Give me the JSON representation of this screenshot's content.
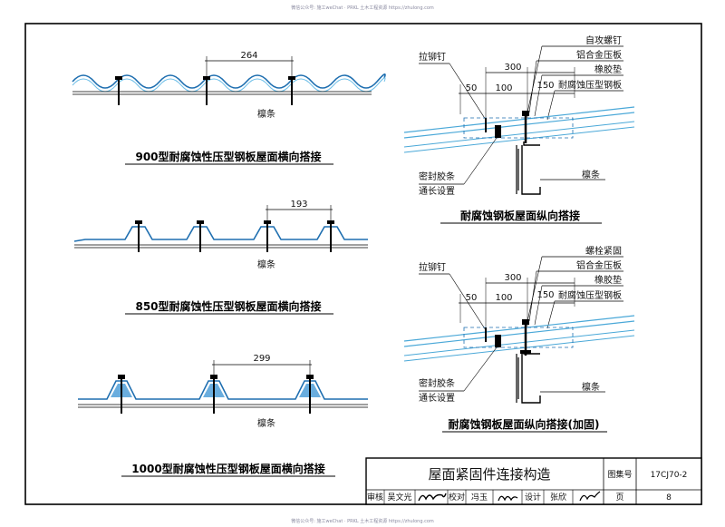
{
  "watermark_top": "微信公众号: 施工weChat · PRKL 土木工程资源 https://zhulong.com",
  "watermark_bottom": "微信公众号: 施工weChat · PRKL 土木工程资源 https://zhulong.com",
  "left": {
    "d900": {
      "dim": "264",
      "purlin": "檩条",
      "title": "900型耐腐蚀性压型钢板屋面横向搭接"
    },
    "d850": {
      "dim": "193",
      "purlin": "檩条",
      "title": "850型耐腐蚀性压型钢板屋面横向搭接"
    },
    "d1000": {
      "dim": "299",
      "purlin": "檩条",
      "title": "1000型耐腐蚀性压型钢板屋面横向搭接"
    }
  },
  "right": {
    "top": {
      "rivet": "拉铆钉",
      "labels": [
        "自攻螺钉",
        "铝合金压板",
        "橡胶垫",
        "耐腐蚀压型钢板"
      ],
      "dim_total": "300",
      "dims": [
        "50",
        "100",
        "150"
      ],
      "seal1": "密封胶条",
      "seal2": "通长设置",
      "purlin": "檩条",
      "title": "耐腐蚀钢板屋面纵向搭接"
    },
    "bottom": {
      "rivet": "拉铆钉",
      "labels": [
        "螺栓紧固",
        "铝合金压板",
        "橡胶垫",
        "耐腐蚀压型钢板"
      ],
      "dim_total": "300",
      "dims": [
        "50",
        "100",
        "150"
      ],
      "seal1": "密封胶条",
      "seal2": "通长设置",
      "purlin": "檩条",
      "title": "耐腐蚀钢板屋面纵向搭接(加固)"
    }
  },
  "title_block": {
    "title": "屋面紧固件连接构造",
    "atlas_label": "图集号",
    "atlas_no": "17CJ70-2",
    "review_label": "审核",
    "reviewer": "吴文光",
    "check_label": "校对",
    "checker": "冯玉",
    "design_label": "设计",
    "designer": "张欣",
    "page_label": "页",
    "page_no": "8"
  },
  "colors": {
    "sheet": "#4aa8d8",
    "sheet_dark": "#1f6fb0",
    "line": "#000000",
    "screw": "#000000"
  }
}
